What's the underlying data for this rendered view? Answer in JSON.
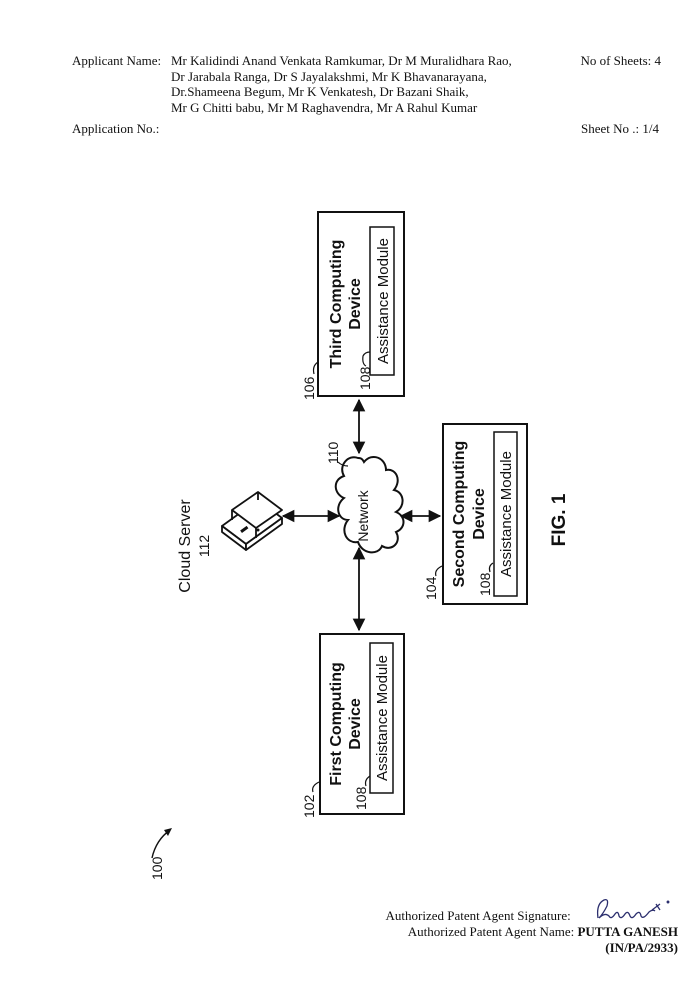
{
  "header": {
    "applicant_label": "Applicant Name:",
    "applicant_lines": [
      "Mr Kalidindi Anand Venkata Ramkumar, Dr M Muralidhara Rao,",
      "Dr Jarabala Ranga, Dr S Jayalakshmi, Mr K Bhavanarayana,",
      "Dr.Shameena Begum, Mr K Venkatesh, Dr Bazani Shaik,",
      "Mr G Chitti babu, Mr M Raghavendra, Mr A Rahul Kumar"
    ],
    "sheets_total": "No of Sheets: 4",
    "application_no": "Application No.:",
    "sheet_no": "Sheet No .: 1/4"
  },
  "figure": {
    "fig_label": "FIG. 1",
    "system_ref": "100",
    "cloud_server": {
      "label": "Cloud Server",
      "ref": "112"
    },
    "network": {
      "label": "Network",
      "ref": "110"
    },
    "devices": [
      {
        "name_line1": "First Computing",
        "name_line2": "Device",
        "ref": "102",
        "module_label": "Assistance Module",
        "module_ref": "108"
      },
      {
        "name_line1": "Second Computing",
        "name_line2": "Device",
        "ref": "104",
        "module_label": "Assistance Module",
        "module_ref": "108"
      },
      {
        "name_line1": "Third Computing",
        "name_line2": "Device",
        "ref": "106",
        "module_label": "Assistance Module",
        "module_ref": "108"
      }
    ]
  },
  "footer": {
    "signature_label": "Authorized Patent Agent Signature:",
    "signature_text": "Ganesh",
    "agent_name_label": "Authorized Patent Agent Name:",
    "agent_name": "PUTTA GANESH",
    "agent_reg": "(IN/PA/2933)"
  }
}
